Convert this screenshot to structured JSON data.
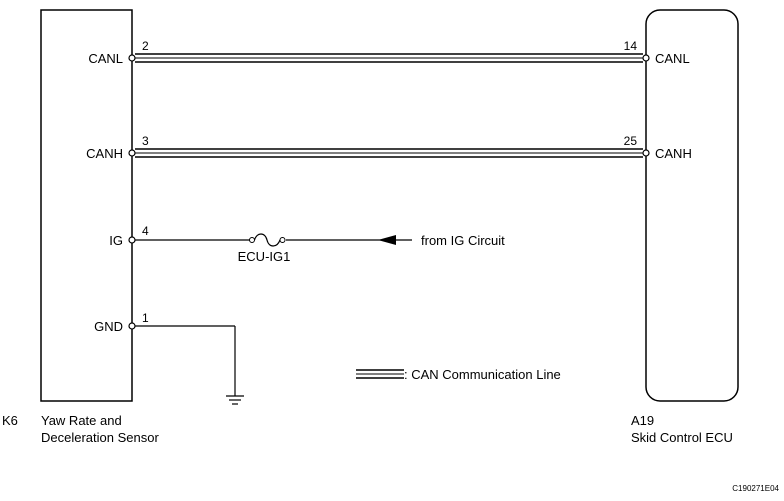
{
  "left_component": {
    "code": "K6",
    "name_line1": "Yaw Rate and",
    "name_line2": "Deceleration Sensor",
    "terminals": [
      {
        "label": "CANL",
        "pin": "2"
      },
      {
        "label": "CANH",
        "pin": "3"
      },
      {
        "label": "IG",
        "pin": "4"
      },
      {
        "label": "GND",
        "pin": "1"
      }
    ]
  },
  "right_component": {
    "code": "A19",
    "name": "Skid Control ECU",
    "terminals": [
      {
        "label": "CANL",
        "pin": "14"
      },
      {
        "label": "CANH",
        "pin": "25"
      }
    ]
  },
  "fuse_label": "ECU-IG1",
  "ig_source_label": "from IG Circuit",
  "legend_label": ": CAN Communication Line",
  "figure_code": "C190271E04"
}
